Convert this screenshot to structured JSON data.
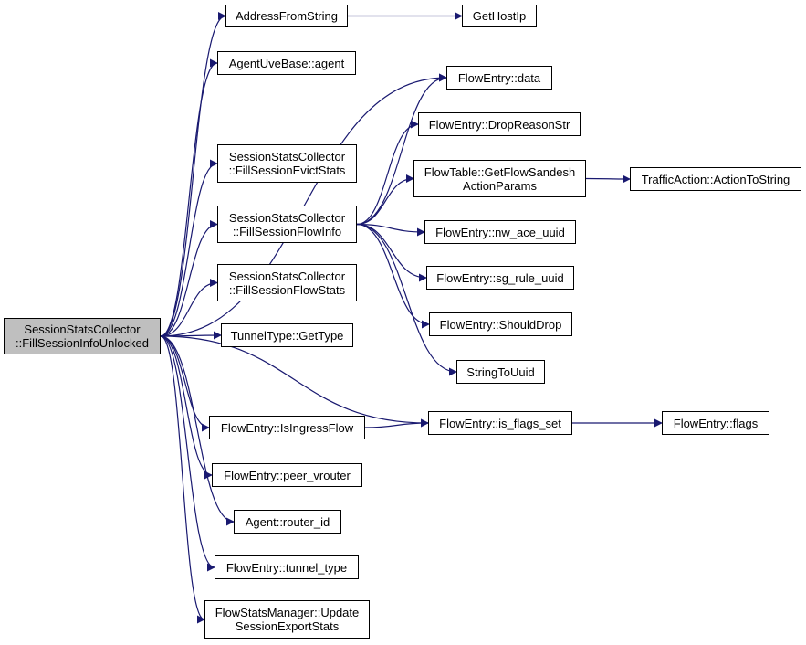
{
  "nodes": {
    "root": {
      "line1": "SessionStatsCollector",
      "line2": "::FillSessionInfoUnlocked"
    },
    "address_from_string": {
      "line1": "AddressFromString"
    },
    "get_host_ip": {
      "line1": "GetHostIp"
    },
    "agent_uve_base_agent": {
      "line1": "AgentUveBase::agent"
    },
    "flow_entry_data": {
      "line1": "FlowEntry::data"
    },
    "flow_entry_drop_reason_str": {
      "line1": "FlowEntry::DropReasonStr"
    },
    "fill_session_evict_stats": {
      "line1": "SessionStatsCollector",
      "line2": "::FillSessionEvictStats"
    },
    "flow_table_get_flow_sandesh_action_params": {
      "line1": "FlowTable::GetFlowSandesh",
      "line2": "ActionParams"
    },
    "traffic_action_action_to_string": {
      "line1": "TrafficAction::ActionToString"
    },
    "fill_session_flow_info": {
      "line1": "SessionStatsCollector",
      "line2": "::FillSessionFlowInfo"
    },
    "flow_entry_nw_ace_uuid": {
      "line1": "FlowEntry::nw_ace_uuid"
    },
    "flow_entry_sg_rule_uuid": {
      "line1": "FlowEntry::sg_rule_uuid"
    },
    "fill_session_flow_stats": {
      "line1": "SessionStatsCollector",
      "line2": "::FillSessionFlowStats"
    },
    "flow_entry_should_drop": {
      "line1": "FlowEntry::ShouldDrop"
    },
    "tunnel_type_get_type": {
      "line1": "TunnelType::GetType"
    },
    "string_to_uuid": {
      "line1": "StringToUuid"
    },
    "flow_entry_is_ingress_flow": {
      "line1": "FlowEntry::IsIngressFlow"
    },
    "flow_entry_is_flags_set": {
      "line1": "FlowEntry::is_flags_set"
    },
    "flow_entry_flags": {
      "line1": "FlowEntry::flags"
    },
    "flow_entry_peer_vrouter": {
      "line1": "FlowEntry::peer_vrouter"
    },
    "agent_router_id": {
      "line1": "Agent::router_id"
    },
    "flow_entry_tunnel_type": {
      "line1": "FlowEntry::tunnel_type"
    },
    "flow_stats_manager_update_session_export_stats": {
      "line1": "FlowStatsManager::Update",
      "line2": "SessionExportStats"
    }
  },
  "edges": [
    {
      "from": "root",
      "to": "address_from_string"
    },
    {
      "from": "root",
      "to": "agent_uve_base_agent"
    },
    {
      "from": "root",
      "to": "flow_entry_data"
    },
    {
      "from": "root",
      "to": "fill_session_evict_stats"
    },
    {
      "from": "root",
      "to": "fill_session_flow_info"
    },
    {
      "from": "root",
      "to": "fill_session_flow_stats"
    },
    {
      "from": "root",
      "to": "tunnel_type_get_type"
    },
    {
      "from": "root",
      "to": "flow_entry_is_flags_set"
    },
    {
      "from": "root",
      "to": "flow_entry_is_ingress_flow"
    },
    {
      "from": "root",
      "to": "flow_entry_peer_vrouter"
    },
    {
      "from": "root",
      "to": "agent_router_id"
    },
    {
      "from": "root",
      "to": "flow_entry_tunnel_type"
    },
    {
      "from": "root",
      "to": "flow_stats_manager_update_session_export_stats"
    },
    {
      "from": "address_from_string",
      "to": "get_host_ip"
    },
    {
      "from": "fill_session_flow_info",
      "to": "flow_entry_data"
    },
    {
      "from": "fill_session_flow_info",
      "to": "flow_entry_drop_reason_str"
    },
    {
      "from": "fill_session_flow_info",
      "to": "flow_table_get_flow_sandesh_action_params"
    },
    {
      "from": "fill_session_flow_info",
      "to": "flow_entry_nw_ace_uuid"
    },
    {
      "from": "fill_session_flow_info",
      "to": "flow_entry_sg_rule_uuid"
    },
    {
      "from": "fill_session_flow_info",
      "to": "flow_entry_should_drop"
    },
    {
      "from": "fill_session_flow_info",
      "to": "string_to_uuid"
    },
    {
      "from": "flow_table_get_flow_sandesh_action_params",
      "to": "traffic_action_action_to_string"
    },
    {
      "from": "flow_entry_is_ingress_flow",
      "to": "flow_entry_is_flags_set"
    },
    {
      "from": "flow_entry_is_flags_set",
      "to": "flow_entry_flags"
    }
  ],
  "colors": {
    "edge": "#191970",
    "root_fill": "#bfbfbf",
    "node_fill": "#ffffff",
    "border": "#000000"
  }
}
